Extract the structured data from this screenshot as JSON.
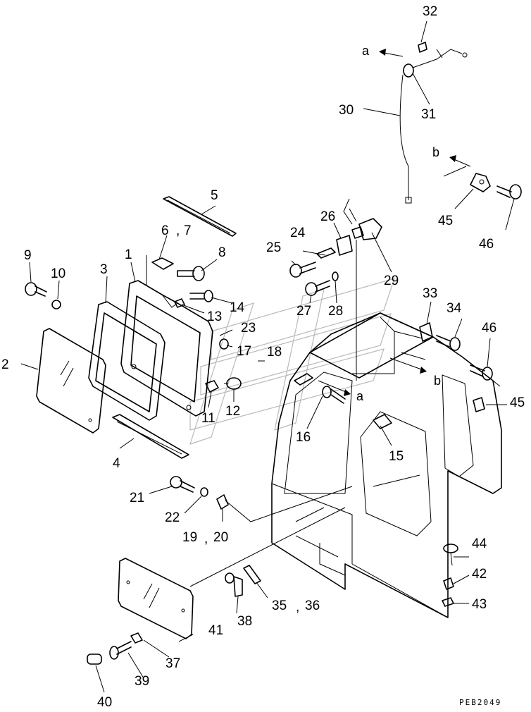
{
  "diagram": {
    "drawing_code": "PEB2049",
    "callouts": [
      "1",
      "2",
      "3",
      "4",
      "5",
      "6",
      "7",
      "8",
      "9",
      "10",
      "11",
      "12",
      "13",
      "14",
      "15",
      "16",
      "17",
      "18",
      "19",
      "20",
      "21",
      "22",
      "23",
      "24",
      "25",
      "26",
      "27",
      "28",
      "29",
      "30",
      "31",
      "32",
      "33",
      "34",
      "35",
      "36",
      "37",
      "38",
      "39",
      "40",
      "41",
      "42",
      "43",
      "44",
      "45",
      "46"
    ],
    "separators": [
      ","
    ],
    "markers": [
      "a",
      "b"
    ]
  }
}
